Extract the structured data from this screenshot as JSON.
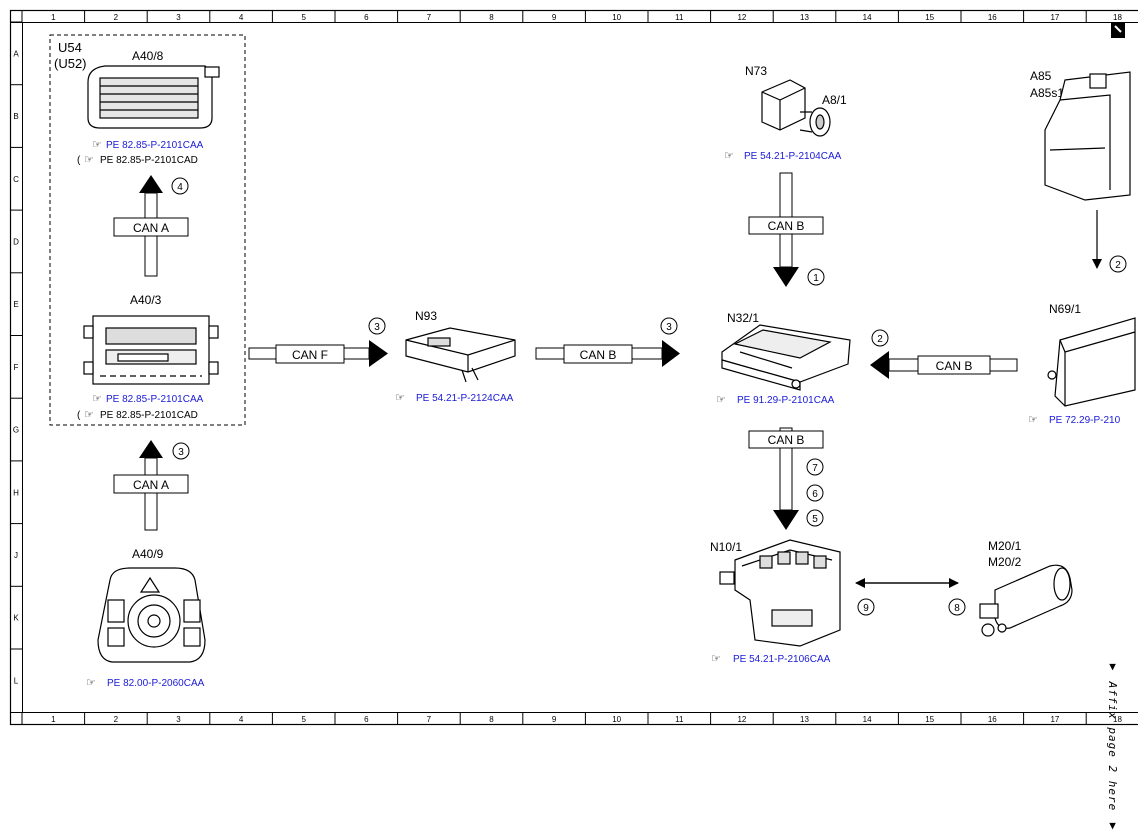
{
  "grid": {
    "columns": [
      "1",
      "2",
      "3",
      "4",
      "5",
      "6",
      "7",
      "8",
      "9",
      "10",
      "11",
      "12",
      "13",
      "14",
      "15",
      "16",
      "17",
      "18"
    ],
    "rows": [
      "A",
      "B",
      "C",
      "D",
      "E",
      "F",
      "G",
      "H",
      "J",
      "K",
      "L"
    ]
  },
  "components": {
    "u54": {
      "label": "U54",
      "sublabel": "(U52)"
    },
    "a40_8": {
      "label": "A40/8",
      "ref": "PE 82.85-P-2101CAA",
      "alt_ref": "PE 82.85-P-2101CAD"
    },
    "a40_3": {
      "label": "A40/3",
      "ref": "PE 82.85-P-2101CAA",
      "alt_ref": "PE 82.85-P-2101CAD"
    },
    "a40_9": {
      "label": "A40/9",
      "ref": "PE 82.00-P-2060CAA"
    },
    "n93": {
      "label": "N93",
      "ref": "PE 54.21-P-2124CAA"
    },
    "n73": {
      "label": "N73",
      "sublabel": "A8/1",
      "ref": "PE 54.21-P-2104CAA"
    },
    "n32_1": {
      "label": "N32/1",
      "ref": "PE 91.29-P-2101CAA"
    },
    "a85": {
      "label": "A85",
      "sublabel": "A85s1"
    },
    "n69_1": {
      "label": "N69/1",
      "ref": "PE 72.29-P-210"
    },
    "n10_1": {
      "label": "N10/1",
      "ref": "PE 54.21-P-2106CAA"
    },
    "m20": {
      "label": "M20/1",
      "sublabel": "M20/2"
    }
  },
  "buses": {
    "can_a": "CAN A",
    "can_b": "CAN B",
    "can_f": "CAN F"
  },
  "markers": {
    "m1": "1",
    "m2": "2",
    "m3": "3",
    "m4": "4",
    "m5": "5",
    "m6": "6",
    "m7": "7",
    "m8": "8",
    "m9": "9"
  },
  "ref_prefix": "(",
  "side_note": "▼ Affix page 2 here ▼",
  "colors": {
    "reference_link": "#1a1ad8",
    "line": "#000000",
    "background": "#ffffff"
  }
}
